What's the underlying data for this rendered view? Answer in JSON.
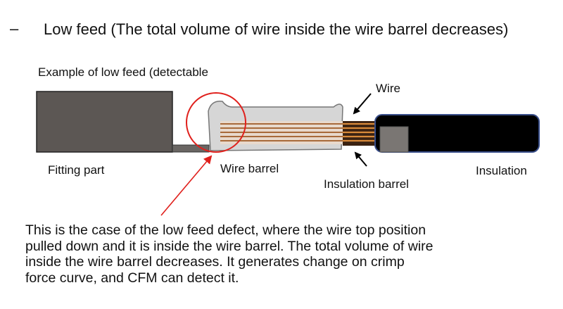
{
  "header": {
    "dash": "–",
    "title": "Low feed (The total volume of wire inside the wire barrel decreases)"
  },
  "subheading": "Example of low feed (detectable",
  "labels": {
    "wire": "Wire",
    "fitting_part": "Fitting part",
    "wire_barrel": "Wire barrel",
    "insulation_barrel": "Insulation barrel",
    "insulation": "Insulation"
  },
  "description": {
    "lines": [
      "This is the case of the low feed defect, where the wire top position",
      "pulled down and it is inside the wire barrel. The total volume of wire",
      "inside the wire barrel decreases. It generates change on crimp",
      "force curve, and CFM can detect it."
    ]
  },
  "colors": {
    "fitting": "#5c5754",
    "barrel": "#d6d6d6",
    "wire_strand": "#a86a3a",
    "insulation": "#000000",
    "insulation_border": "#3a4f8a",
    "highlight_circle": "#e0201c"
  }
}
